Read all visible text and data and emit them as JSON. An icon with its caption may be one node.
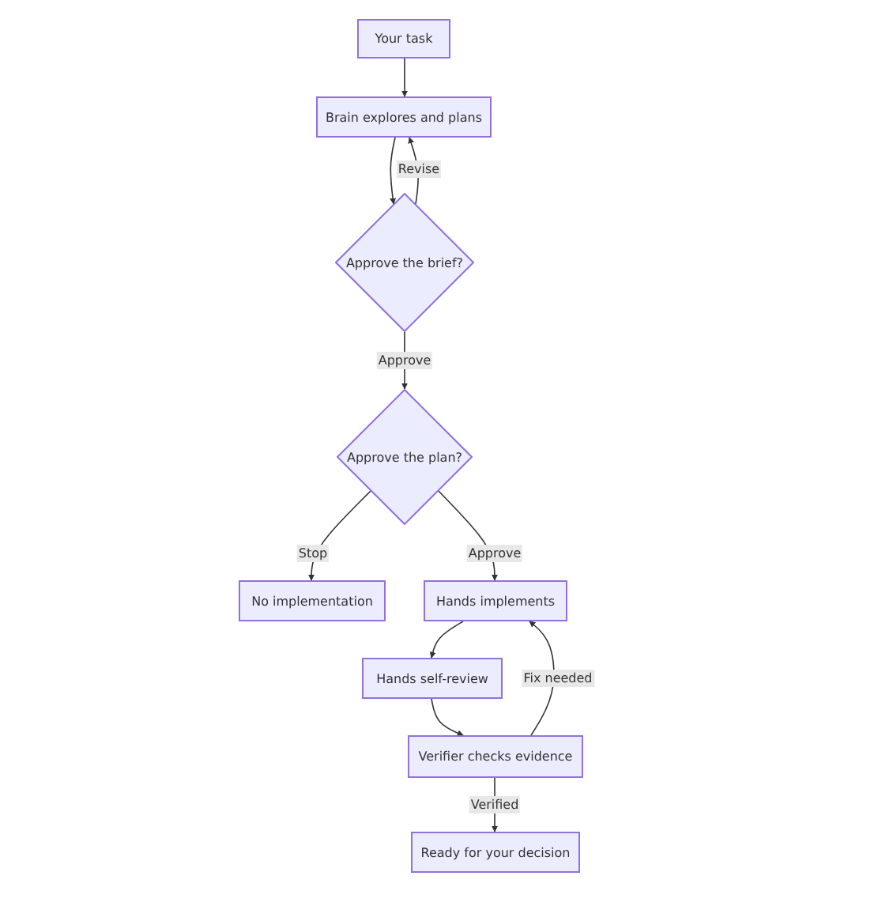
{
  "diagram": {
    "nodes": [
      {
        "text": [
          "Your task"
        ]
      },
      {
        "text": [
          "Brain explores and plans"
        ]
      },
      {
        "text": [
          "Approve the brief?"
        ]
      },
      {
        "text": [
          "Approve the plan?"
        ]
      },
      {
        "text": [
          "No implementation"
        ]
      },
      {
        "text": [
          "Hands implements"
        ]
      },
      {
        "text": [
          "Hands self-review"
        ]
      },
      {
        "text": [
          "Verifier checks evidence"
        ]
      },
      {
        "text": [
          "Ready for your decision"
        ]
      }
    ],
    "edges": [
      {
        "from": 0,
        "to": 1,
        "arrow": "to"
      },
      {
        "from": 1,
        "to": 2,
        "arrow": "to"
      },
      {
        "from": 2,
        "to": 1,
        "arrow": "to",
        "label": "Revise"
      },
      {
        "from": 2,
        "to": 3,
        "arrow": "to",
        "label": "Approve"
      },
      {
        "from": 3,
        "to": 4,
        "arrow": "to",
        "label": "Stop"
      },
      {
        "from": 3,
        "to": 5,
        "arrow": "to",
        "label": "Approve"
      },
      {
        "from": 5,
        "to": 6,
        "arrow": "to"
      },
      {
        "from": 6,
        "to": 7,
        "arrow": "to"
      },
      {
        "from": 7,
        "to": 5,
        "arrow": "to",
        "label": "Fix needed"
      },
      {
        "from": 7,
        "to": 8,
        "arrow": "to",
        "label": "Verified"
      }
    ]
  }
}
